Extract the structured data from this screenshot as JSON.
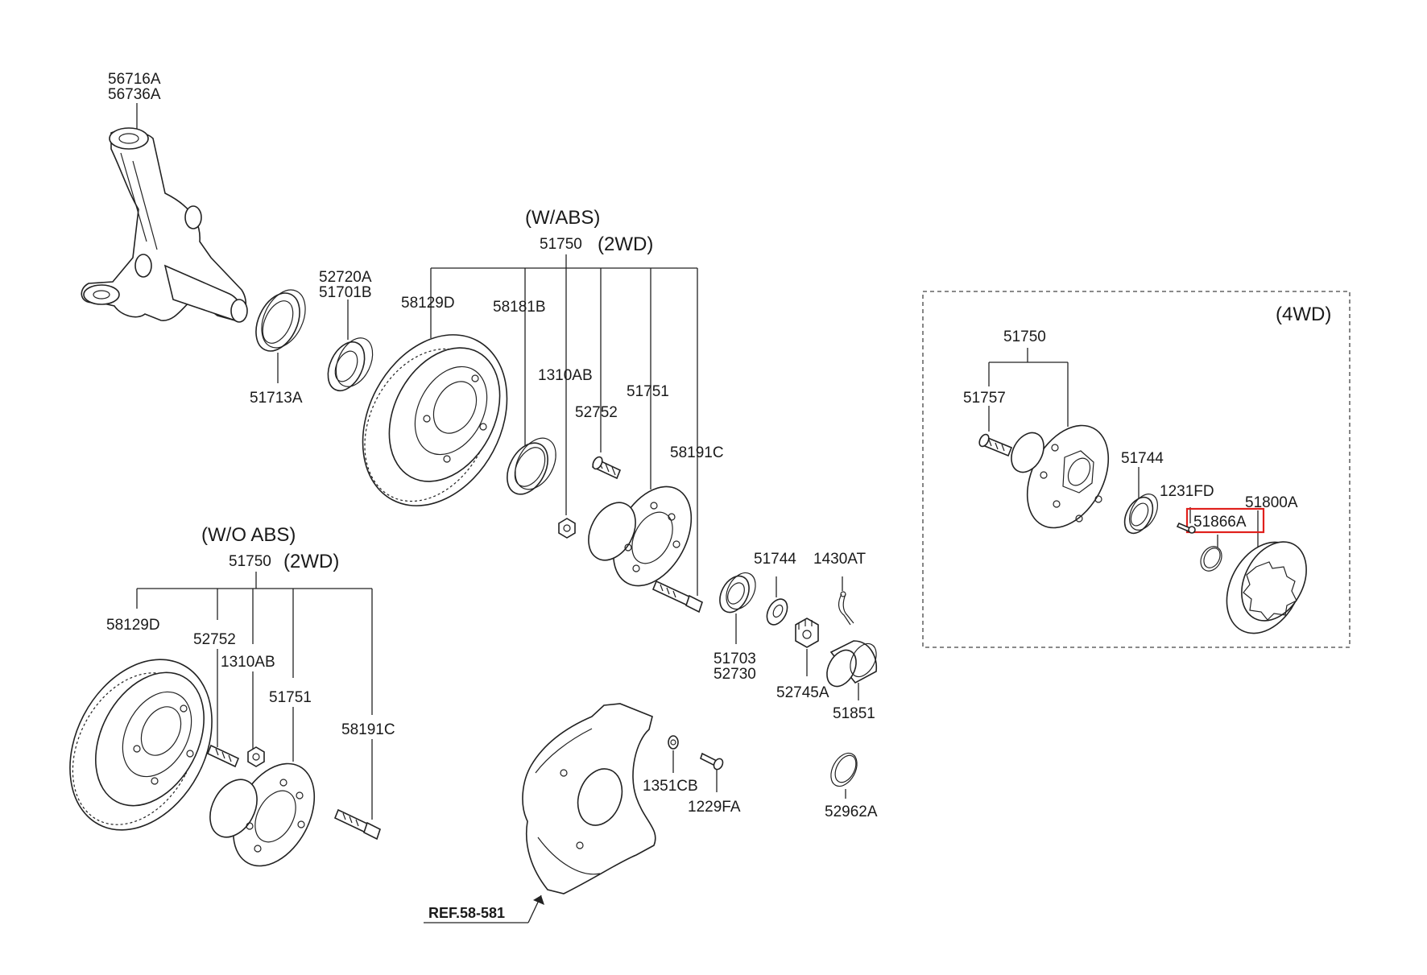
{
  "labels": {
    "steering_knuckle_1": "56716A",
    "steering_knuckle_2": "56736A",
    "oil_seal": "51713A",
    "bearing_1": "52720A",
    "bearing_2": "51701B",
    "abs_header": "(W/ABS)",
    "abs_hub": "51750",
    "abs_hub_suffix": "(2WD)",
    "abs_disc": "58129D",
    "abs_tone_ring": "58181B",
    "abs_nut": "1310AB",
    "abs_stud": "52752",
    "abs_hub_body": "51751",
    "abs_bolt": "58191C",
    "washer": "51744",
    "cotter_pin": "1430AT",
    "outer_bearing_1": "51703",
    "outer_bearing_2": "52730",
    "castle_nut": "52745A",
    "grease_cap": "51851",
    "snap_ring": "52962A",
    "dust_nut": "1351CB",
    "dust_bolt": "1229FA",
    "ref_label": "REF.58-581",
    "woabs_header": "(W/O ABS)",
    "woabs_hub": "51750",
    "woabs_hub_suffix": "(2WD)",
    "woabs_disc": "58129D",
    "woabs_stud": "52752",
    "woabs_nut": "1310AB",
    "woabs_hub_body": "51751",
    "woabs_bolt": "58191C",
    "fwd_header": "(4WD)",
    "fwd_hub": "51750",
    "fwd_stud": "51757",
    "fwd_washer": "51744",
    "fwd_screw": "1231FD",
    "fwd_oring": "51866A",
    "fwd_lock_hub": "51800A"
  },
  "highlight": {
    "part": "51866A",
    "color": "#e0201c"
  }
}
